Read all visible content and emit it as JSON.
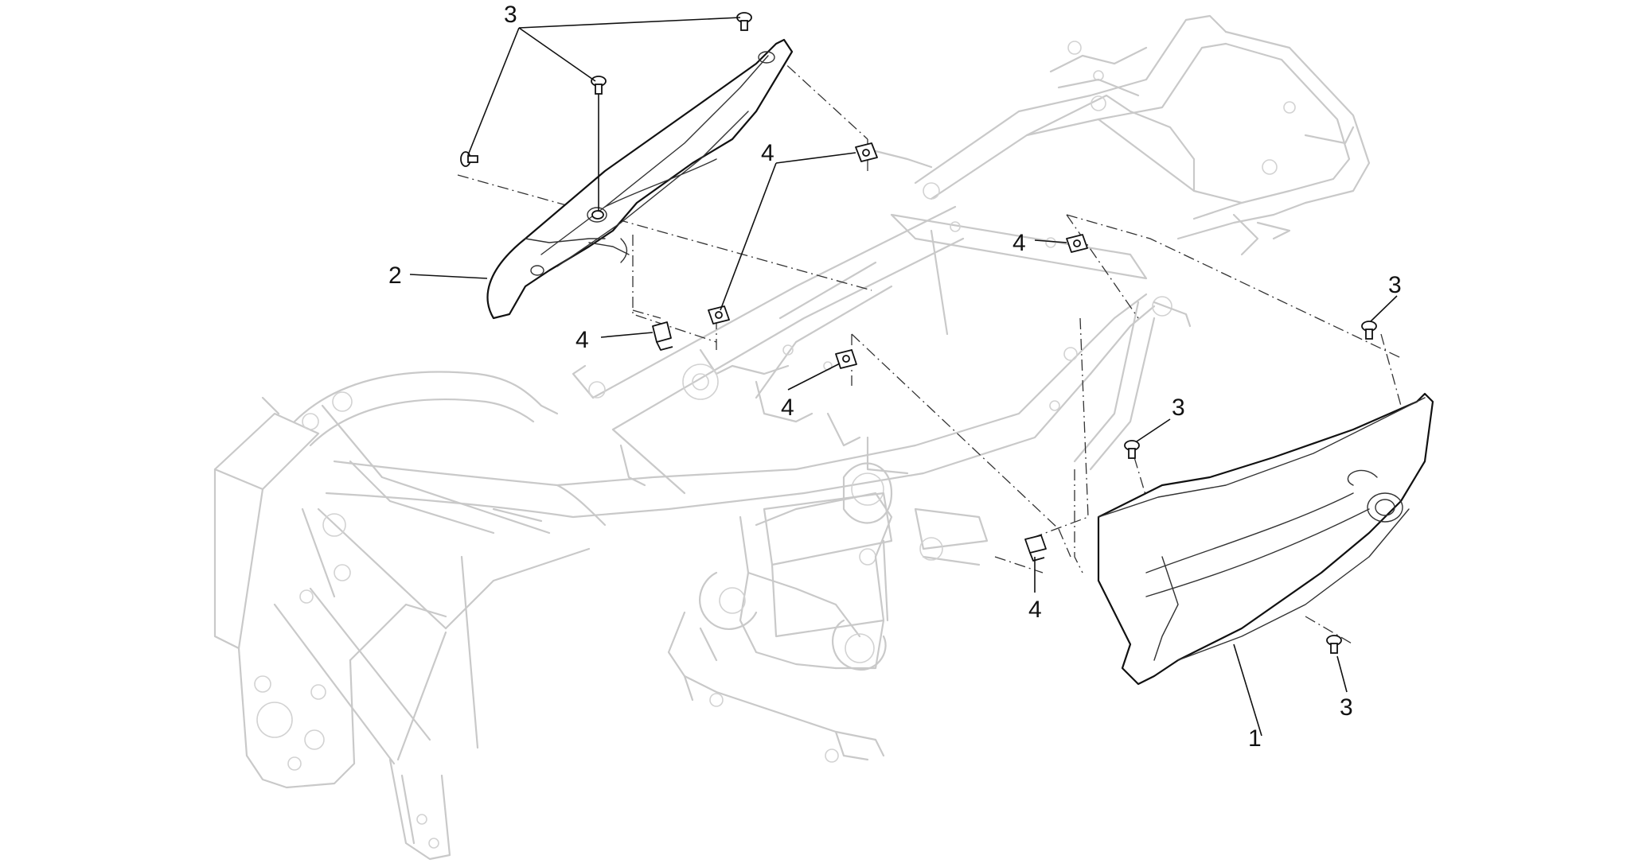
{
  "callouts": [
    {
      "id": "c-part-3-top",
      "label": "3"
    },
    {
      "id": "c-part-2",
      "label": "2"
    },
    {
      "id": "c-part-4-top",
      "label": "4"
    },
    {
      "id": "c-part-4-left",
      "label": "4"
    },
    {
      "id": "c-part-4-mid",
      "label": "4"
    },
    {
      "id": "c-part-4-right",
      "label": "4"
    },
    {
      "id": "c-part-4-bottom",
      "label": "4"
    },
    {
      "id": "c-part-3-right-top",
      "label": "3"
    },
    {
      "id": "c-part-3-right-mid",
      "label": "3"
    },
    {
      "id": "c-part-3-right-bottom",
      "label": "3"
    },
    {
      "id": "c-part-1",
      "label": "1"
    }
  ],
  "colors": {
    "frame": "#c9c9c9",
    "part": "#111111",
    "background": "#ffffff"
  }
}
